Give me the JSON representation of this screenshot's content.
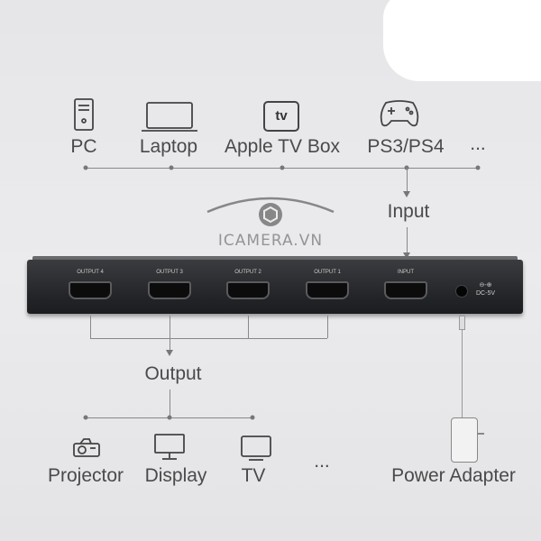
{
  "sources": [
    {
      "label": "PC",
      "icon": "pc-tower-icon"
    },
    {
      "label": "Laptop",
      "icon": "laptop-icon"
    },
    {
      "label": "Apple TV Box",
      "icon": "apple-tv-icon",
      "icon_text": "tv"
    },
    {
      "label": "PS3/PS4",
      "icon": "gamepad-icon"
    },
    {
      "label": "..."
    }
  ],
  "input_label": "Input",
  "output_label": "Output",
  "device": {
    "ports": [
      "OUTPUT 4",
      "OUTPUT 3",
      "OUTPUT 2",
      "OUTPUT 1",
      "INPUT"
    ],
    "power_label": "DC-5V",
    "color": "#26282b"
  },
  "displays": [
    {
      "label": "Projector",
      "icon": "projector-icon"
    },
    {
      "label": "Display",
      "icon": "monitor-icon"
    },
    {
      "label": "TV",
      "icon": "tv-icon"
    },
    {
      "label": "..."
    }
  ],
  "power_adapter_label": "Power Adapter",
  "watermark": "ICAMERA.VN"
}
